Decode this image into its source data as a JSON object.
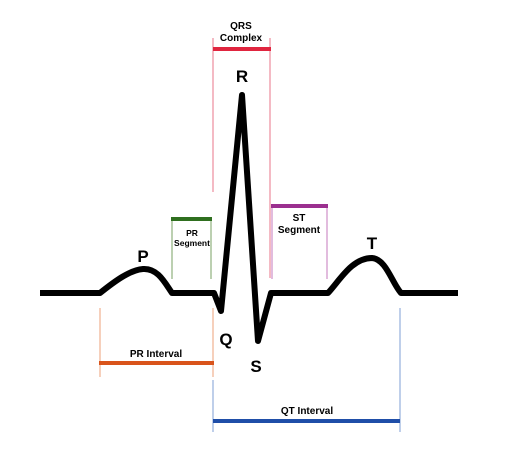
{
  "labels": {
    "qrs_line1": "QRS",
    "qrs_line2": "Complex",
    "r": "R",
    "p": "P",
    "q": "Q",
    "s": "S",
    "t": "T",
    "pr_segment_line1": "PR",
    "pr_segment_line2": "Segment",
    "st_segment_line1": "ST",
    "st_segment_line2": "Segment",
    "pr_interval": "PR Interval",
    "qt_interval": "QT Interval"
  },
  "colors": {
    "trace": "#000000",
    "qrs_complex": "#e0253f",
    "pr_segment": "#2f6f1f",
    "st_segment": "#9b2f8f",
    "pr_interval": "#d9541b",
    "qt_interval": "#1f4ea8",
    "qrs_guide": "#e8768a",
    "pr_segment_guide": "#7aa063",
    "st_segment_guide": "#c579bd",
    "pr_interval_guide": "#eda279",
    "qt_interval_guide": "#7f9fd6"
  }
}
